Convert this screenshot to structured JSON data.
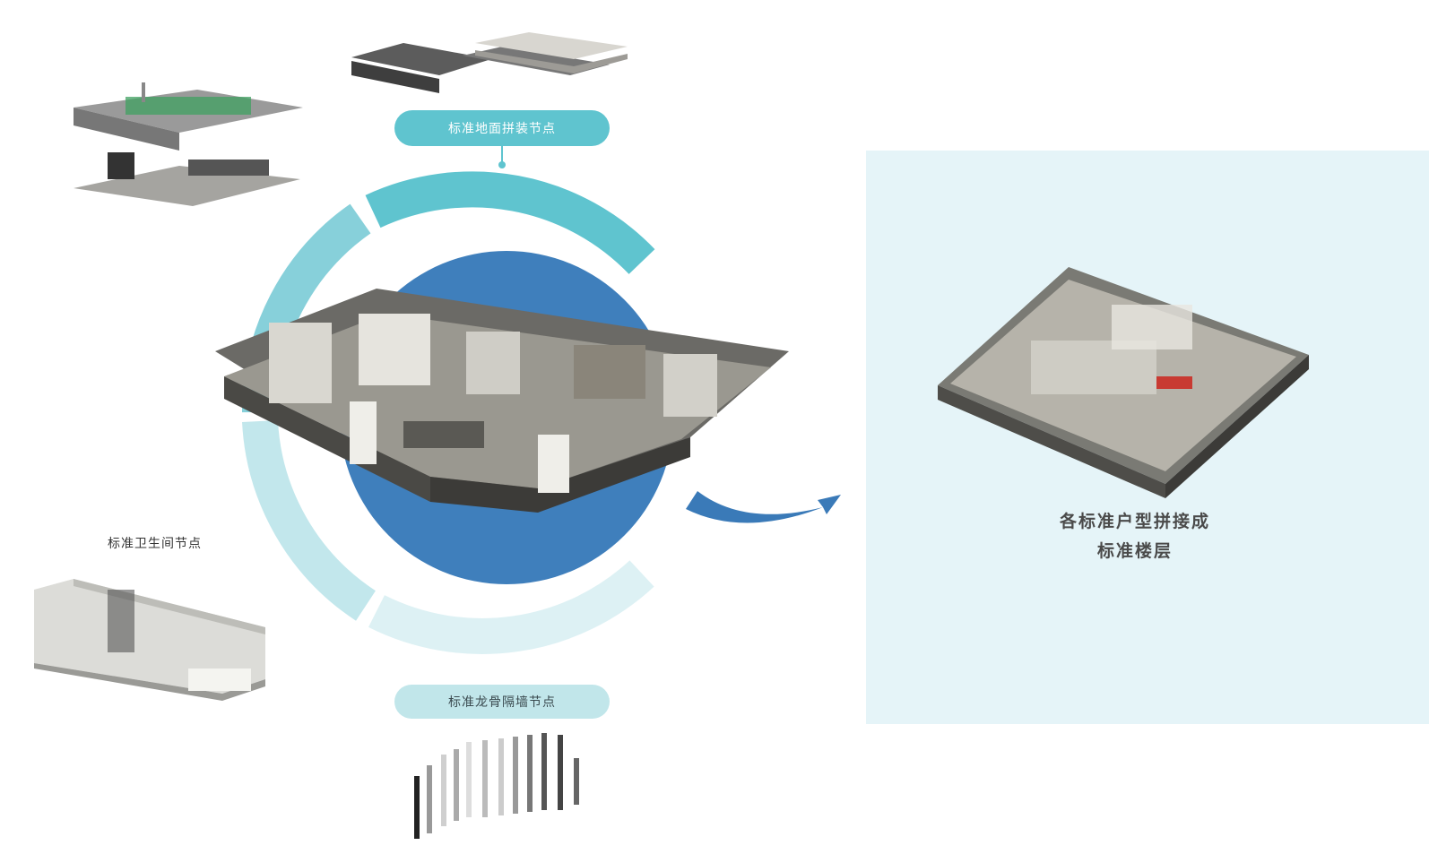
{
  "labels": {
    "floor_node": "标准地面拼装节点",
    "bathroom_node": "标准卫生间节点",
    "partition_node": "标准龙骨隔墙节点",
    "caption_line1": "各标准户型拼接成",
    "caption_line2": "标准楼层"
  },
  "colors": {
    "ring_dark": "#5fc4cf",
    "ring_mid": "#87d0da",
    "ring_light": "#c2e7ec",
    "ring_lightest": "#ddf1f4",
    "center_disc": "#3f7fbc",
    "arrow": "#3a7ab8",
    "panel_bg": "#e5f4f8"
  }
}
